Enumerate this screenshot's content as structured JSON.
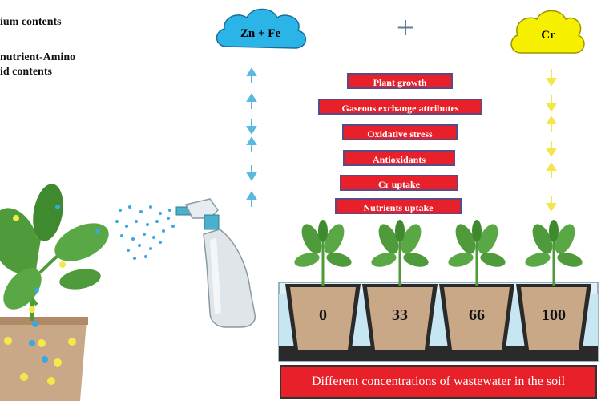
{
  "left_labels": {
    "line1": "ium contents",
    "line2": "nutrient-Amino",
    "line3": "id contents"
  },
  "clouds": {
    "zn_fe": "Zn + Fe",
    "cr": "Cr"
  },
  "plus_sign": "+",
  "effects": [
    "Plant growth",
    "Gaseous exchange attributes",
    "Oxidative stress",
    "Antioxidants",
    "Cr uptake",
    "Nutrients uptake"
  ],
  "concentrations": [
    "0",
    "33",
    "66",
    "100"
  ],
  "bottom_label": "Different concentrations of wastewater in the soil",
  "colors": {
    "cloud_blue": "#2ab4e8",
    "cloud_yellow": "#f6f000",
    "arrow_blue": "#5bb8e0",
    "arrow_yellow": "#f2e64a",
    "box_red": "#e8202a",
    "box_border": "#5a4a8a",
    "pot_tan": "#c9a888",
    "leaf_green": "#4f9a3a"
  }
}
